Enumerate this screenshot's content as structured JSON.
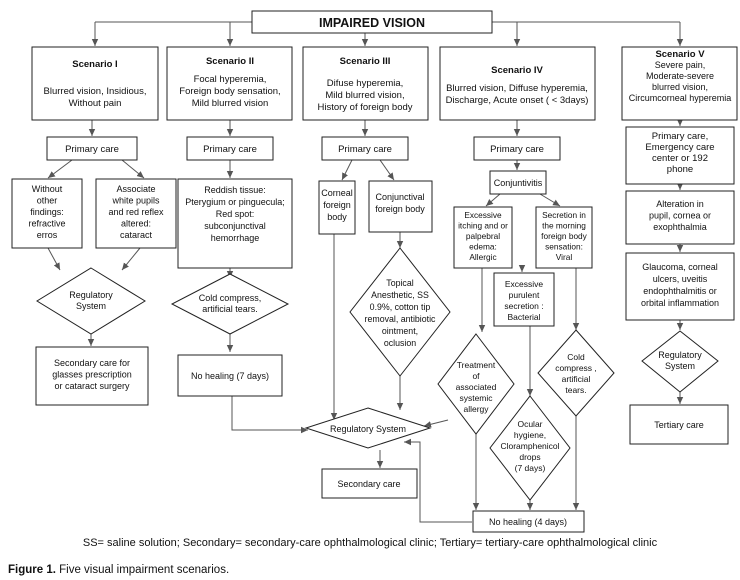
{
  "title": "IMPAIRED VISION",
  "scenarios": [
    {
      "heading": "Scenario I",
      "lines": [
        "Blurred vision, Insidious,",
        "Without pain"
      ]
    },
    {
      "heading": "Scenario II",
      "lines": [
        "Focal hyperemia,",
        "Foreign body sensation,",
        "Mild blurred vision"
      ]
    },
    {
      "heading": "Scenario III",
      "lines": [
        "Difuse hyperemia,",
        "Mild  blurred vision,",
        "History of foreign body"
      ]
    },
    {
      "heading": "Scenario IV",
      "lines": [
        "Blurred vision, Diffuse hyperemia,",
        "Discharge,  Acute onset ( < 3days)"
      ]
    },
    {
      "heading": "Scenario V",
      "lines": [
        "Severe pain,",
        "Moderate-severe",
        "blurred vision,",
        "Circumcorneal hyperemia"
      ]
    }
  ],
  "nodes": {
    "pc1": [
      "Primary care"
    ],
    "pc2": [
      "Primary care"
    ],
    "pc3": [
      "Primary care"
    ],
    "pc4": [
      "Primary care"
    ],
    "pc5": [
      "Primary  care,",
      "Emergency care",
      "center or 192",
      "phone"
    ],
    "s1_without": [
      "Without",
      "other",
      "findings:",
      "refractive",
      "erros"
    ],
    "s1_associate": [
      "Associate",
      "white pupils",
      "and red reflex",
      "altered:",
      "cataract"
    ],
    "s1_regulatory": [
      "Regulatory",
      "System"
    ],
    "s1_secondary": [
      "Secondary care for",
      "glasses prescription",
      "or cataract surgery"
    ],
    "s2_reddish": [
      "Reddish tissue:",
      "Pterygium or pinguecula;",
      "Red spot:",
      "subconjunctival",
      "hemorrhage"
    ],
    "s2_cold": [
      "Cold compress,",
      "artificial tears."
    ],
    "s2_nohealing": [
      "No healing (7 days)"
    ],
    "s3_corneal": [
      "Corneal",
      "foreign",
      "body"
    ],
    "s3_conjunctival": [
      "Conjunctival",
      "foreign body"
    ],
    "s3_topical": [
      "Topical",
      "Anesthetic,  SS",
      "0.9%, cotton tip",
      "removal, antibiotic",
      "ointment,",
      "oclusion"
    ],
    "regulatory_center": [
      "Regulatory System"
    ],
    "secondary_care": [
      "Secondary care"
    ],
    "s4_conjuntivitis": [
      "Conjuntivitis"
    ],
    "s4_allergic": [
      "Excessive",
      "itching and or",
      "palpebral",
      "edema:",
      "Allergic"
    ],
    "s4_viral": [
      "Secretion in",
      "the morning",
      "foreign body",
      "sensation:",
      "Viral"
    ],
    "s4_bacterial": [
      "Excessive",
      "purulent",
      "secretion :",
      "Bacterial"
    ],
    "s4_treatment": [
      "Treatment",
      "of",
      "associated",
      "systemic",
      "allergy"
    ],
    "s4_ocular": [
      "Ocular",
      "hygiene,",
      "Cloramphenicol",
      "drops",
      "(7 days)"
    ],
    "s4_cold": [
      "Cold",
      "compress ,",
      "artificial",
      "tears."
    ],
    "nohealing4": [
      "No healing (4 days)"
    ],
    "s5_alteration": [
      "Alteration in",
      "pupil, cornea or",
      "exophthalmia"
    ],
    "s5_glaucoma": [
      "Glaucoma, corneal",
      "ulcers, uveitis",
      "endophthalmitis or",
      "orbital inflammation"
    ],
    "s5_regulatory": [
      "Regulatory",
      "System"
    ],
    "s5_tertiary": [
      "Tertiary care"
    ]
  },
  "footnote": "SS= saline solution; Secondary= secondary-care ophthalmological clinic; Tertiary= tertiary-care ophthalmological clinic",
  "caption": {
    "label": "Figure 1.",
    "text": " Five visual impairment scenarios."
  },
  "colors": {
    "stroke": "#222222",
    "edge": "#555555",
    "text": "#111111"
  }
}
